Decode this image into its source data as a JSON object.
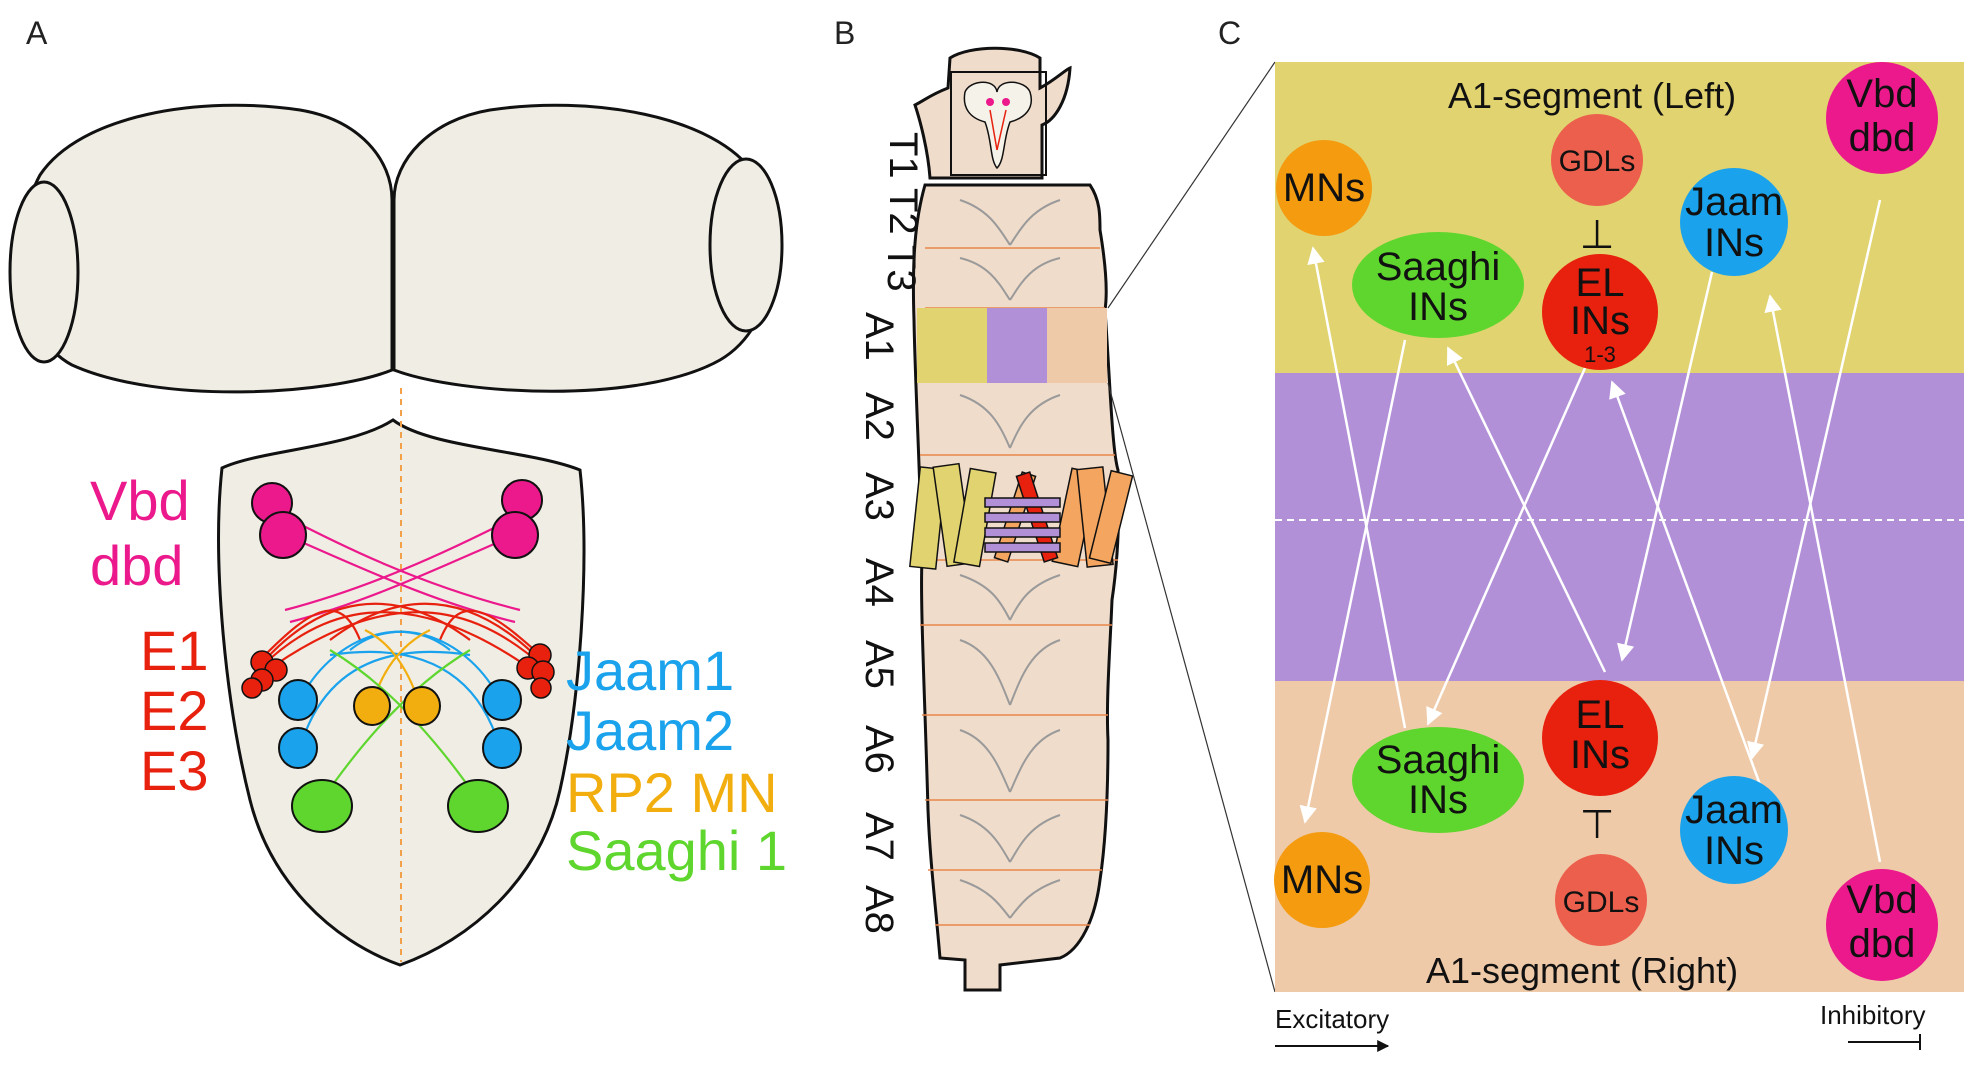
{
  "panels": {
    "a": "A",
    "b": "B",
    "c": "C"
  },
  "colors": {
    "brain": "#f0ede5",
    "larva_body": "#f0dccb",
    "vbd": "#ec198c",
    "el": "#e8200e",
    "jaam": "#1aa3ec",
    "rp2": "#f2ae0e",
    "saaghi": "#5ed62e",
    "gdl": "#ec5f4c",
    "mn": "#f49b10",
    "band_left": "#e1d36f",
    "band_mid": "#b290d8",
    "band_right": "#efcaa8"
  },
  "panel_a": {
    "legend_left": [
      "Vbd",
      "dbd",
      "E1",
      "E2",
      "E3"
    ],
    "legend_right": [
      "Jaam1",
      "Jaam2",
      "RP2 MN",
      "Saaghi 1"
    ]
  },
  "panel_b": {
    "segments": [
      "T1",
      "T2",
      "T3",
      "A1",
      "A2",
      "A3",
      "A4",
      "A5",
      "A6",
      "A7",
      "A8"
    ]
  },
  "panel_c": {
    "band_top_label": "A1-segment (Left)",
    "band_bottom_label": "A1-segment (Right)",
    "nodes_top": {
      "mns": "MNs",
      "gdls": "GDLs",
      "vbd": [
        "Vbd",
        "dbd"
      ],
      "saaghi": [
        "Saaghi",
        "INs"
      ],
      "jaam": [
        "Jaam",
        "INs"
      ],
      "el": [
        "EL",
        "INs"
      ],
      "el_sub": "1-3"
    },
    "nodes_bottom": {
      "el": [
        "EL",
        "INs"
      ],
      "saaghi": [
        "Saaghi",
        "INs"
      ],
      "jaam": [
        "Jaam",
        "INs"
      ],
      "mns": "MNs",
      "gdls": "GDLs",
      "vbd": [
        "Vbd",
        "dbd"
      ]
    },
    "key": {
      "excitatory": "Excitatory",
      "inhibitory": "Inhibitory"
    }
  }
}
